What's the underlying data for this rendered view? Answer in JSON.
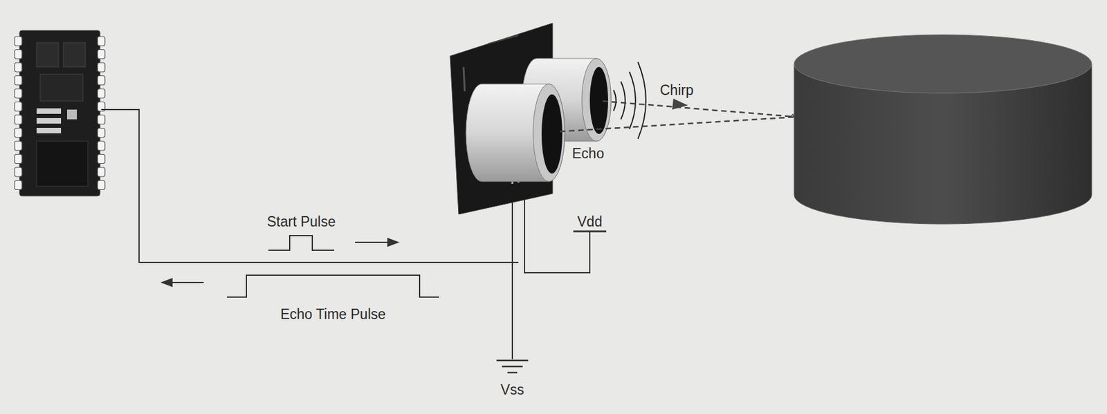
{
  "diagram": {
    "labels": [
      "Chirp",
      "Echo",
      "Start Pulse",
      "Echo Time Pulse",
      "Vdd",
      "Vss"
    ]
  }
}
